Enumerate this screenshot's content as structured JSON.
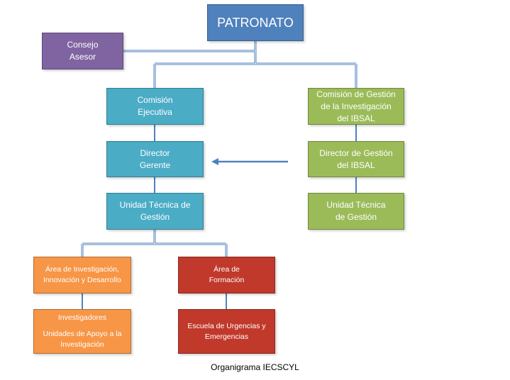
{
  "colors": {
    "navy": "#4F81BD",
    "purple": "#8064A2",
    "teal": "#4BACC6",
    "green": "#9BBB59",
    "orange": "#F79646",
    "red": "#C0392B",
    "connector": "#4F81BD"
  },
  "nodes": {
    "patronato": {
      "lines": [
        "PATRONATO"
      ]
    },
    "consejo": {
      "lines": [
        "Consejo",
        "Asesor"
      ]
    },
    "comision": {
      "lines": [
        "Comisión",
        "Ejecutiva"
      ]
    },
    "director": {
      "lines": [
        "Director",
        "Gerente"
      ]
    },
    "unidad": {
      "lines": [
        "Unidad Técnica de",
        "Gestión"
      ]
    },
    "comision_gestion": {
      "lines": [
        "Comisión de Gestión",
        "de la Investigación",
        "del IBSAL"
      ]
    },
    "director_gestion": {
      "lines": [
        "Director de Gestión",
        "del IBSAL"
      ]
    },
    "unidad_tecnica": {
      "lines": [
        "Unidad Técnica",
        "de Gestión"
      ]
    },
    "area_investigacion": {
      "lines": [
        "Área de Investigación,",
        "Innovación y Desarrollo"
      ]
    },
    "area_formacion": {
      "lines": [
        "Área de",
        "Formación"
      ]
    },
    "investigadores": {
      "lines": [
        "Investigadores",
        "Unidades de Apoyo a la",
        "Investigación"
      ]
    },
    "escuela": {
      "lines": [
        "Escuela de Urgencias y",
        "Emergencias"
      ]
    }
  },
  "caption": "Organigrama IECSCYL"
}
